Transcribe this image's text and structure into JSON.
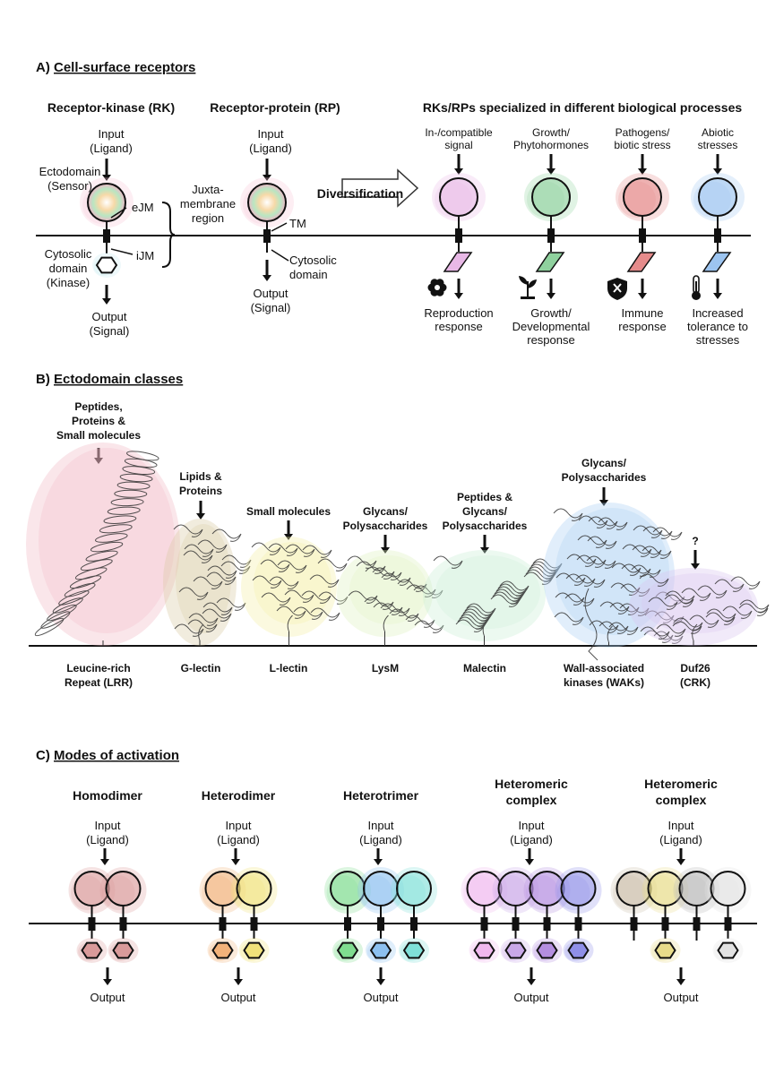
{
  "sections": {
    "a": {
      "prefix": "A) ",
      "title": "Cell-surface receptors"
    },
    "b": {
      "prefix": "B) ",
      "title": "Ectodomain classes"
    },
    "c": {
      "prefix": "C) ",
      "title": "Modes of activation"
    }
  },
  "panel_a": {
    "rk_title": "Receptor-kinase (RK)",
    "rp_title": "Receptor-protein (RP)",
    "input": [
      "Input",
      "(Ligand)"
    ],
    "ectodomain": [
      "Ectodomain",
      "(Sensor)"
    ],
    "ejm": "eJM",
    "ijm": "iJM",
    "juxta": [
      "Juxta-",
      "membrane",
      "region"
    ],
    "cytosolic_kinase": [
      "Cytosolic",
      "domain",
      "(Kinase)"
    ],
    "output": [
      "Output",
      "(Signal)"
    ],
    "tm": "TM",
    "cytosolic_rp": [
      "Cytosolic",
      "domain"
    ],
    "diversification": "Diversification",
    "specialized_title": "RKs/RPs specialized in different biological processes",
    "processes": [
      {
        "input": [
          "In-/compatible",
          "signal"
        ],
        "response": [
          "Reproduction",
          "response"
        ],
        "icon": "flower-icon",
        "color": "#e8b8e6"
      },
      {
        "input": [
          "Growth/",
          "Phytohormones"
        ],
        "response": [
          "Growth/",
          "Developmental",
          "response"
        ],
        "icon": "plant-sprout-icon",
        "color": "#8fd19e"
      },
      {
        "input": [
          "Pathogens/",
          "biotic stress"
        ],
        "response": [
          "Immune",
          "response"
        ],
        "icon": "shield-icon",
        "color": "#e58b8b"
      },
      {
        "input": [
          "Abiotic",
          "stresses"
        ],
        "response": [
          "Increased",
          "tolerance to",
          "stresses"
        ],
        "icon": "thermometer-icon",
        "color": "#9cc4f0"
      }
    ]
  },
  "panel_b": {
    "classes": [
      {
        "name": [
          "Leucine-rich",
          "Repeat (LRR)"
        ],
        "ligand": [
          "Peptides,",
          "Proteins &",
          "Small molecules"
        ],
        "color": "#f1b8c4"
      },
      {
        "name": [
          "G-lectin"
        ],
        "ligand": [
          "Lipids &",
          "Proteins"
        ],
        "color": "#d8c9a2"
      },
      {
        "name": [
          "L-lectin"
        ],
        "ligand": [
          "Small molecules"
        ],
        "color": "#f3efa4"
      },
      {
        "name": [
          "LysM"
        ],
        "ligand": [
          "Glycans/",
          "Polysaccharides"
        ],
        "color": "#dff0bf"
      },
      {
        "name": [
          "Malectin"
        ],
        "ligand": [
          "Peptides &",
          "Glycans/",
          "Polysaccharides"
        ],
        "color": "#c9ecd6"
      },
      {
        "name": [
          "Wall-associated",
          "kinases (WAKs)"
        ],
        "ligand": [
          "Glycans/",
          "Polysaccharides"
        ],
        "color": "#a9cff2"
      },
      {
        "name": [
          "Duf26",
          "(CRK)"
        ],
        "ligand": [
          "?"
        ],
        "color": "#d8c3ef"
      }
    ]
  },
  "panel_c": {
    "input": [
      "Input",
      "(Ligand)"
    ],
    "output": "Output",
    "modes": [
      {
        "title": [
          "Homodimer"
        ],
        "colors": [
          "#d99a9a",
          "#d99a9a"
        ]
      },
      {
        "title": [
          "Heterodimer"
        ],
        "colors": [
          "#f2b27a",
          "#f0e27a"
        ]
      },
      {
        "title": [
          "Heterotrimer"
        ],
        "colors": [
          "#7fdc8f",
          "#8cc0f0",
          "#7fe0d8"
        ]
      },
      {
        "title": [
          "Heteromeric",
          "complex"
        ],
        "colors": [
          "#f0b8ee",
          "#c9a8e8",
          "#b48ee0",
          "#8f8fe8"
        ]
      },
      {
        "title": [
          "Heteromeric",
          "complex"
        ],
        "colors": [
          "#c9bca8",
          "#e8dc8a",
          "#b8b8b8",
          "#e2e2e2"
        ]
      }
    ]
  }
}
